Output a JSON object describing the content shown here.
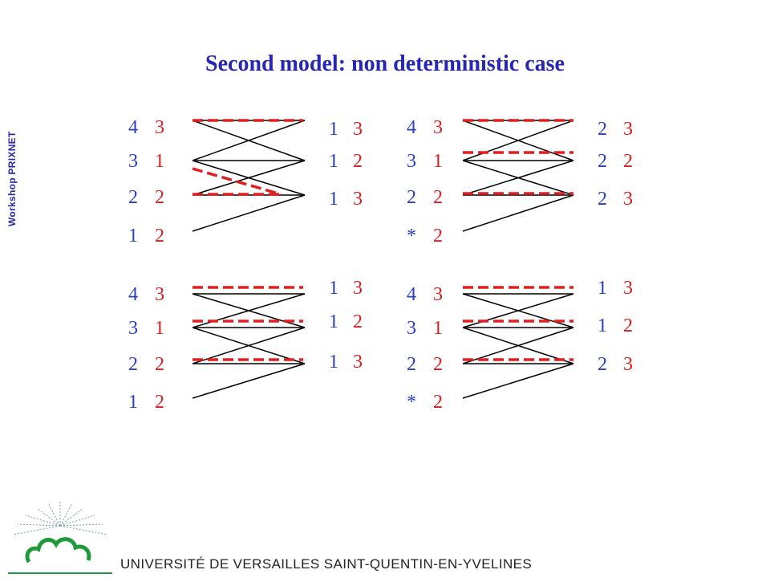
{
  "title": "Second  model: non deterministic case",
  "side_label": "Workshop PRIXNET",
  "institution": "UNIVERSITÉ DE VERSAILLES SAINT-QUENTIN-EN-YVELINES",
  "colors": {
    "title": "#2727b4",
    "left_first": "#2a3fc0",
    "value": "#d81e1e",
    "dashed": "#e02020",
    "logo_green": "#1f9a3a"
  },
  "panels": [
    {
      "left": [
        [
          "4",
          "3"
        ],
        [
          "3",
          "1"
        ],
        [
          "2",
          "2"
        ],
        [
          "1",
          "2"
        ]
      ],
      "right": [
        [
          "1",
          "3"
        ],
        [
          "1",
          "2"
        ],
        [
          "1",
          "3"
        ]
      ]
    },
    {
      "left": [
        [
          "4",
          "3"
        ],
        [
          "3",
          "1"
        ],
        [
          "2",
          "2"
        ],
        [
          "*",
          "2"
        ]
      ],
      "right": [
        [
          "2",
          "3"
        ],
        [
          "2",
          "2"
        ],
        [
          "2",
          "3"
        ]
      ]
    },
    {
      "left": [
        [
          "4",
          "3"
        ],
        [
          "3",
          "1"
        ],
        [
          "2",
          "2"
        ],
        [
          "1",
          "2"
        ]
      ],
      "right": [
        [
          "1",
          "3"
        ],
        [
          "1",
          "2"
        ],
        [
          "1",
          "3"
        ]
      ]
    },
    {
      "left": [
        [
          "4",
          "3"
        ],
        [
          "3",
          "1"
        ],
        [
          "2",
          "2"
        ],
        [
          "*",
          "2"
        ]
      ],
      "right": [
        [
          "1",
          "3"
        ],
        [
          "1",
          "2"
        ],
        [
          "2",
          "3"
        ]
      ]
    }
  ]
}
